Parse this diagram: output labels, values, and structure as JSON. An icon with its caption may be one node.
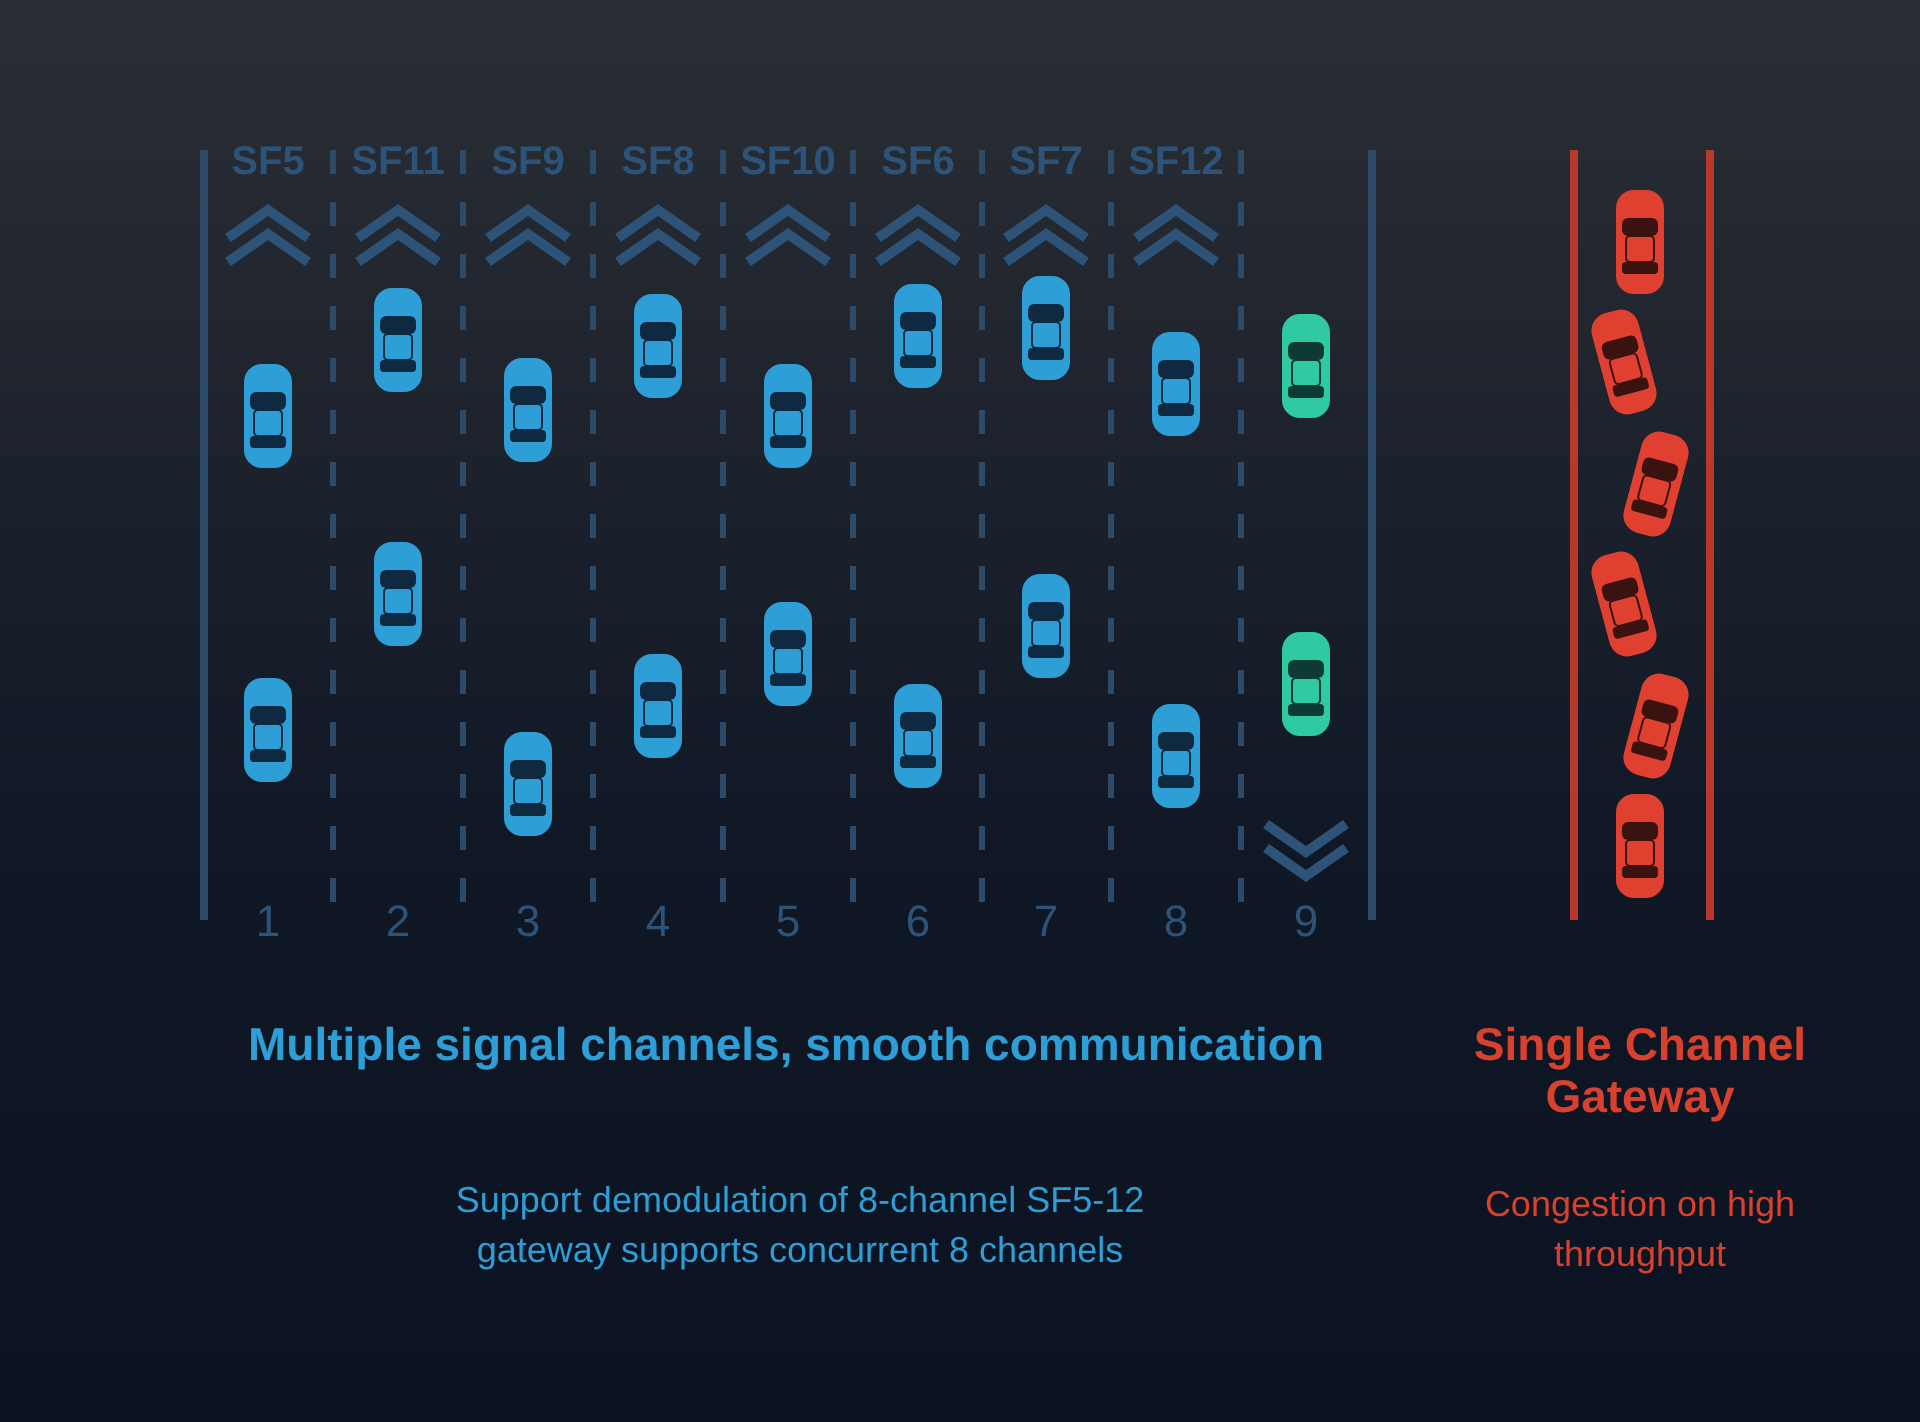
{
  "diagram": {
    "labels": [
      "SF5",
      "SF11",
      "SF9",
      "SF8",
      "SF10",
      "SF6",
      "SF7",
      "SF12",
      "1",
      "2",
      "3",
      "4",
      "5",
      "6",
      "7",
      "8",
      "9",
      "Multiple signal channels, smooth communication",
      "Single Channel Gateway",
      "Support demodulation of 8-channel SF5-12",
      "gateway supports concurrent 8 channels",
      "Congestion on high throughput"
    ]
  }
}
